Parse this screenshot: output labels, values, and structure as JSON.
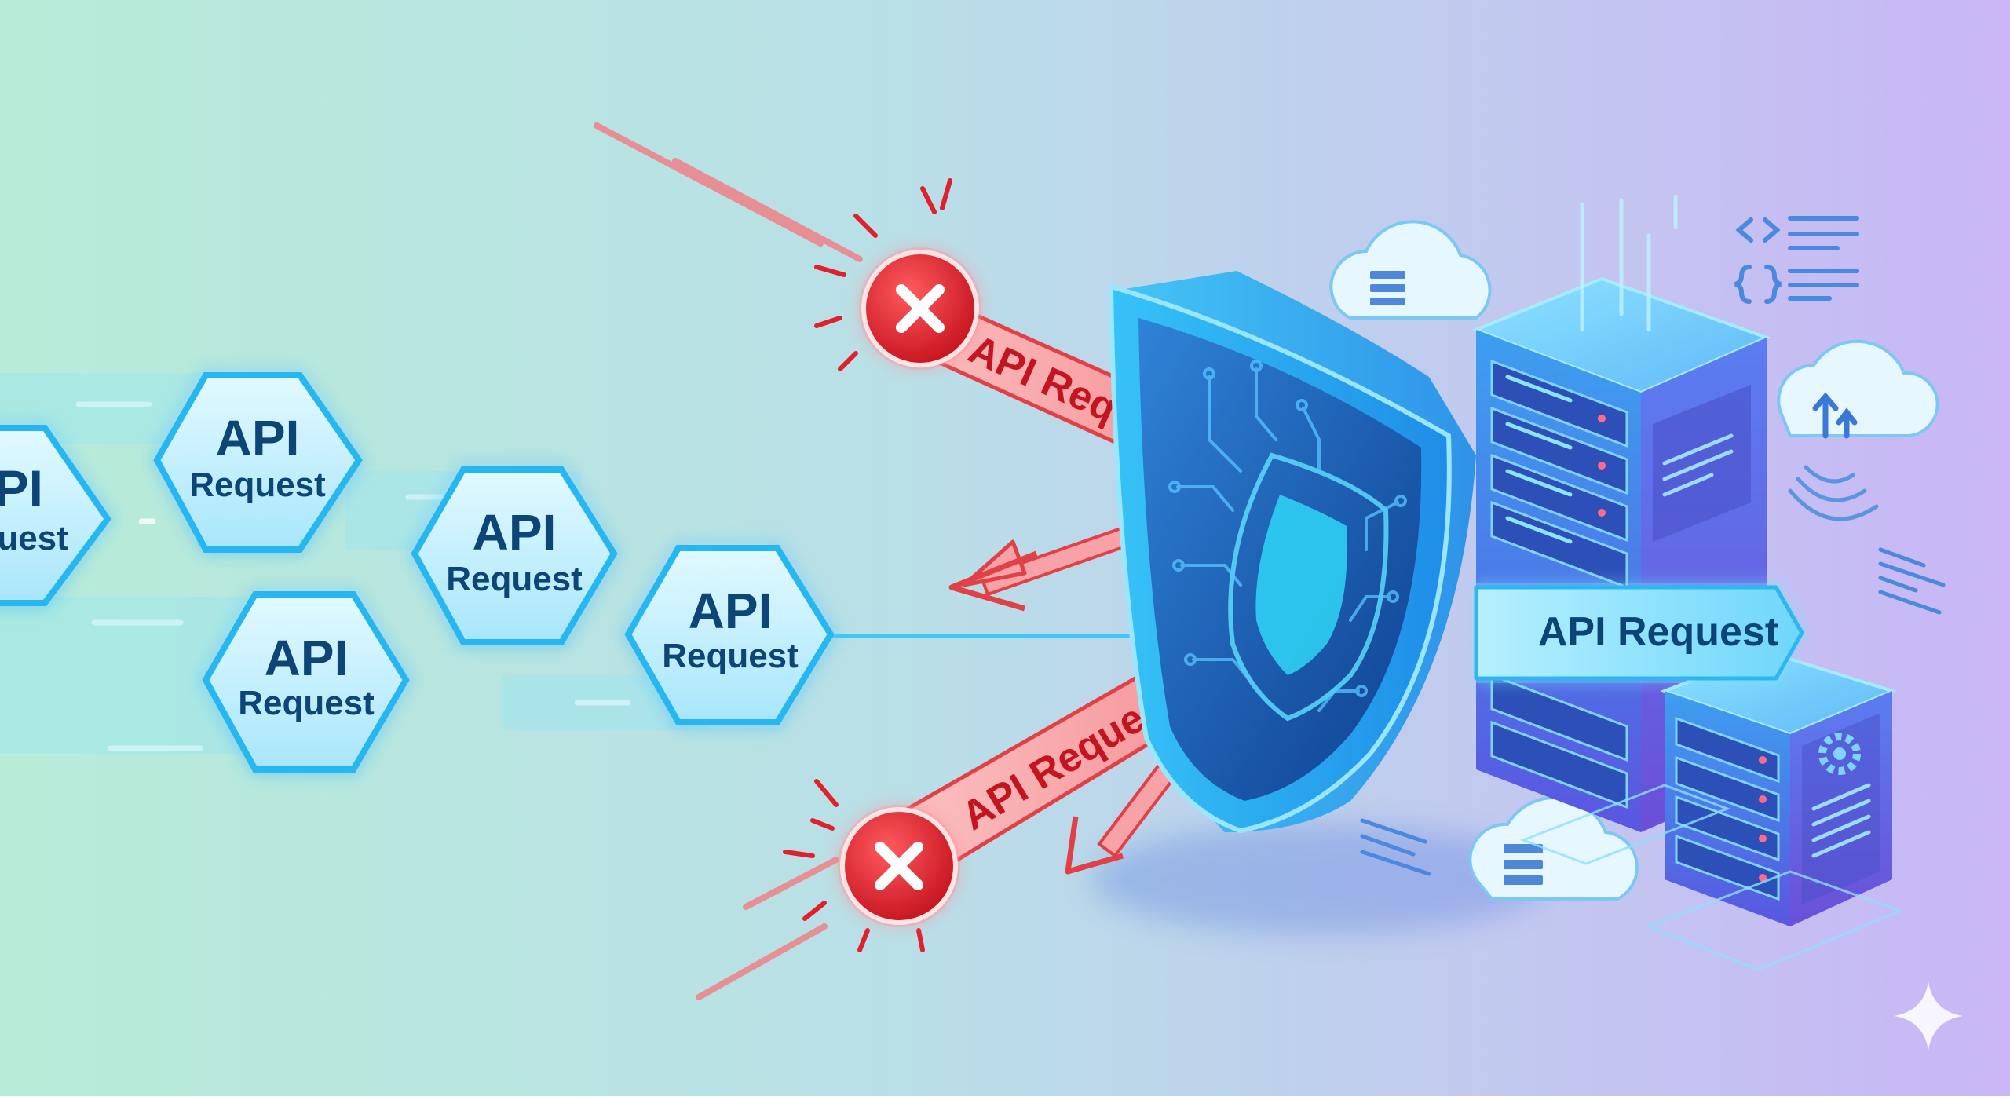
{
  "hex_requests": [
    {
      "line1": "API",
      "line2": "Request"
    },
    {
      "line1": "API",
      "line2": "Request"
    },
    {
      "line1": "API",
      "line2": "Request"
    },
    {
      "line1": "API",
      "line2": "Request"
    },
    {
      "line1": "API",
      "line2": "Request"
    }
  ],
  "blocked_requests": [
    {
      "label": "API Request",
      "status_icon": "x-icon"
    },
    {
      "label": "API Request",
      "status_icon": "x-icon"
    }
  ],
  "allowed_request": {
    "label": "API Request"
  },
  "icons": {
    "shield": "shield-circuit-icon",
    "server": "server-rack-icon",
    "cloud": "cloud-icon",
    "code": "code-brackets-icon",
    "gear": "gear-icon",
    "sparkle": "sparkle-icon"
  },
  "colors": {
    "bg_left": "#b8ecd8",
    "bg_right": "#c9b6f6",
    "hex_fill": "#c9f2fd",
    "hex_stroke": "#28b7f0",
    "hex_text": "#0d4477",
    "blocked_red": "#e4252f",
    "shield_blue": "#1f7fe0",
    "server_blue": "#4f67e8"
  }
}
